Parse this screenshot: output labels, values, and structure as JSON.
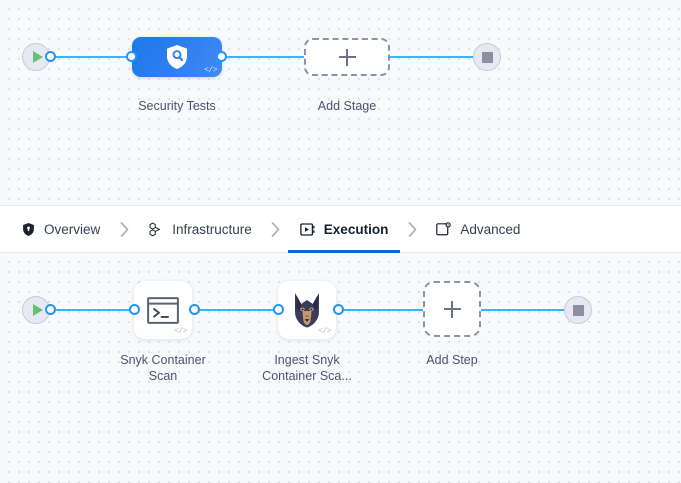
{
  "theme": {
    "canvas_bg": "#f7f9fb",
    "dot_color": "#d3dae6",
    "edge_color": "#38b6f7",
    "port_color": "#2196f3",
    "stage_node_color": "#2f7ef0",
    "active_tab_underline": "#0b68d3",
    "play_color": "#66c07a",
    "stop_color": "#8d8da3",
    "label_color": "#4c556b"
  },
  "stage_graph": {
    "name": "pipeline-stage-canvas",
    "start_node": {
      "icon": "play-icon",
      "title": "Start"
    },
    "stop_node": {
      "icon": "stop-icon",
      "title": "Stop"
    },
    "nodes": [
      {
        "id": "security-tests",
        "label": "Security Tests",
        "icon": "shield-search-icon",
        "badge": "</>",
        "type": "stage"
      },
      {
        "id": "add-stage",
        "label": "Add Stage",
        "icon": "plus-icon",
        "type": "add"
      }
    ]
  },
  "tabs": {
    "name": "pipeline-section-tabs",
    "separator": "›",
    "items": [
      {
        "id": "overview",
        "label": "Overview",
        "icon": "shield-icon",
        "active": false
      },
      {
        "id": "infrastructure",
        "label": "Infrastructure",
        "icon": "infrastructure-icon",
        "active": false
      },
      {
        "id": "execution",
        "label": "Execution",
        "icon": "execution-icon",
        "active": true
      },
      {
        "id": "advanced",
        "label": "Advanced",
        "icon": "advanced-icon",
        "active": false
      }
    ]
  },
  "step_graph": {
    "name": "pipeline-step-canvas",
    "start_node": {
      "icon": "play-icon",
      "title": "Start"
    },
    "stop_node": {
      "icon": "stop-icon",
      "title": "Stop"
    },
    "nodes": [
      {
        "id": "snyk-container-scan",
        "label": "Snyk Container\nScan",
        "icon": "terminal-icon",
        "badge": "</>",
        "type": "step"
      },
      {
        "id": "ingest-snyk-container-scan",
        "label": "Ingest Snyk\nContainer Sca...",
        "icon": "snyk-dog-icon",
        "badge": "</>",
        "type": "step"
      },
      {
        "id": "add-step",
        "label": "Add Step",
        "icon": "plus-icon",
        "type": "add"
      }
    ]
  }
}
